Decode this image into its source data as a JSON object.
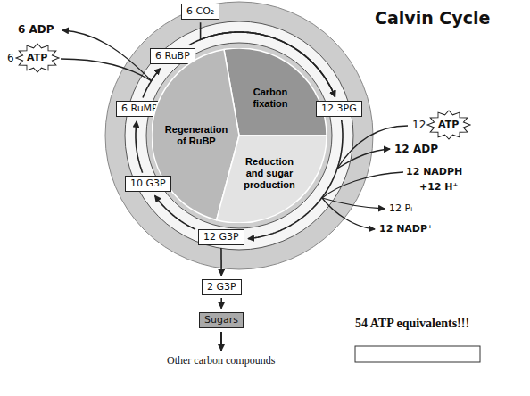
{
  "diagram": {
    "title": "Calvin Cycle",
    "nodes": [
      {
        "text": [
          "6 CO₂"
        ]
      },
      {
        "text": [
          "6 RuBP"
        ]
      },
      {
        "text": [
          "Carbon fixation"
        ]
      },
      {
        "text": [
          "12 3PG"
        ]
      },
      {
        "text": [
          "6 RuMP"
        ]
      },
      {
        "text": [
          "Regeneration of RuBP"
        ]
      },
      {
        "text": [
          "Reduction and sugar production"
        ]
      },
      {
        "text": [
          "10 G3P"
        ]
      },
      {
        "text": [
          "12 G3P"
        ]
      },
      {
        "text": [
          "2 G3P"
        ]
      },
      {
        "text": [
          "Sugars"
        ]
      }
    ],
    "edges": [
      {
        "from": 1,
        "to": 3,
        "arrow": "to"
      },
      {
        "from": 0,
        "to": 3,
        "arrow": "to"
      },
      {
        "from": 3,
        "to": 8,
        "arrow": "to"
      },
      {
        "from": 8,
        "to": 7,
        "arrow": "to"
      },
      {
        "from": 7,
        "to": 4,
        "arrow": "to"
      },
      {
        "from": 4,
        "to": 1,
        "arrow": "to"
      },
      {
        "from": 8,
        "to": 9,
        "arrow": "to"
      },
      {
        "from": 9,
        "to": 10,
        "arrow": "to"
      }
    ],
    "labels": [
      "6 ADP",
      "6",
      "ATP",
      "12",
      "ATP",
      "12 ADP",
      "12 NADPH",
      "+12 H⁺",
      "12 Pᵢ",
      "12 NADP⁺",
      "Other carbon compounds",
      "54 ATP equivalents!!!"
    ]
  }
}
